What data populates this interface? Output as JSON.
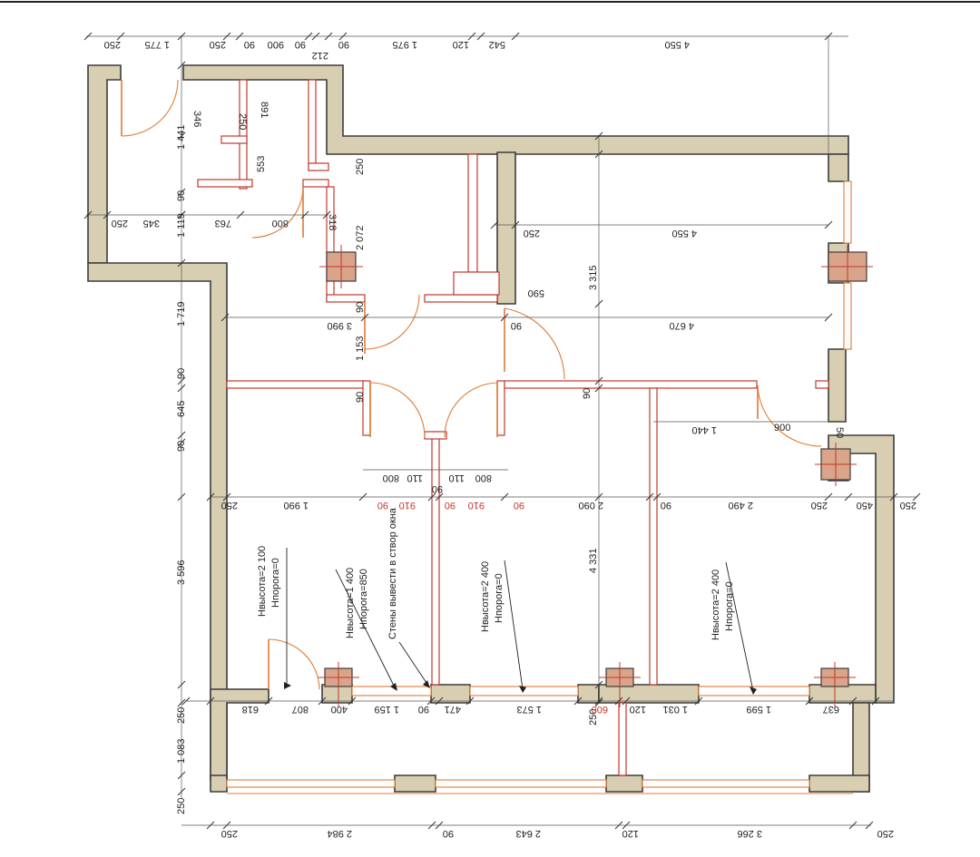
{
  "plan": {
    "top_dims": [
      "250",
      "1 775",
      "250",
      "90",
      "900",
      "90",
      "212",
      "90",
      "1 975",
      "120",
      "542",
      "4 550"
    ],
    "left_dims": [
      "1 441",
      "90",
      "1 119",
      "1 719",
      "90",
      "645",
      "90",
      "3 596",
      "250",
      "1 083",
      "250"
    ],
    "inner_dims": {
      "d250a": "250",
      "d345": "345",
      "d763": "763",
      "d800a": "800",
      "d318": "318",
      "d346": "346",
      "d250b": "250",
      "d891": "891",
      "d553": "553",
      "d250c": "250",
      "d2072": "2 072",
      "d250d": "250",
      "d4550": "4 550",
      "d3315": "3 315",
      "d590": "590",
      "d3990": "3 990",
      "d90a": "90",
      "d4670": "4 670",
      "d1153": "1 153",
      "d90b": "90",
      "d90c": "90",
      "d1440": "1 440",
      "d900": "900",
      "d50": "50",
      "d800b": "800",
      "d110a": "110",
      "d110b": "110",
      "d800c": "800",
      "d90d": "90"
    },
    "mid_dims": [
      "250",
      "1 990",
      "90",
      "910",
      "90",
      "910",
      "90",
      "2 090",
      "90",
      "2 490",
      "250",
      "450",
      "250"
    ],
    "mid_red_idx": [
      2,
      3,
      4,
      5,
      6
    ],
    "d4331": "4 331",
    "bottom_row1": [
      "618",
      "807",
      "400",
      "1 159",
      "90",
      "471",
      "1 573",
      "600",
      "120",
      "1 031",
      "1 599",
      "637"
    ],
    "bottom_row2": [
      "250",
      "2 984",
      "90",
      "2 643",
      "120",
      "3 266",
      "250"
    ],
    "d250_side": "250",
    "windows": [
      {
        "l1": "Hвысота=2 100",
        "l2": "Hпорога=0"
      },
      {
        "l1": "Hвысота=1 400",
        "l2": "Hпорога=850"
      },
      {
        "l1": "Hвысота=2 400",
        "l2": "Hпорога=0"
      },
      {
        "l1": "Hвысота=2 400",
        "l2": "Hпорога=0"
      }
    ],
    "wall_note": "Стены вывести в створ окна"
  },
  "colors": {
    "wall": "#d8cfb2",
    "partition": "#c0392b",
    "door": "#e07a36",
    "column": "#d9a48a"
  }
}
